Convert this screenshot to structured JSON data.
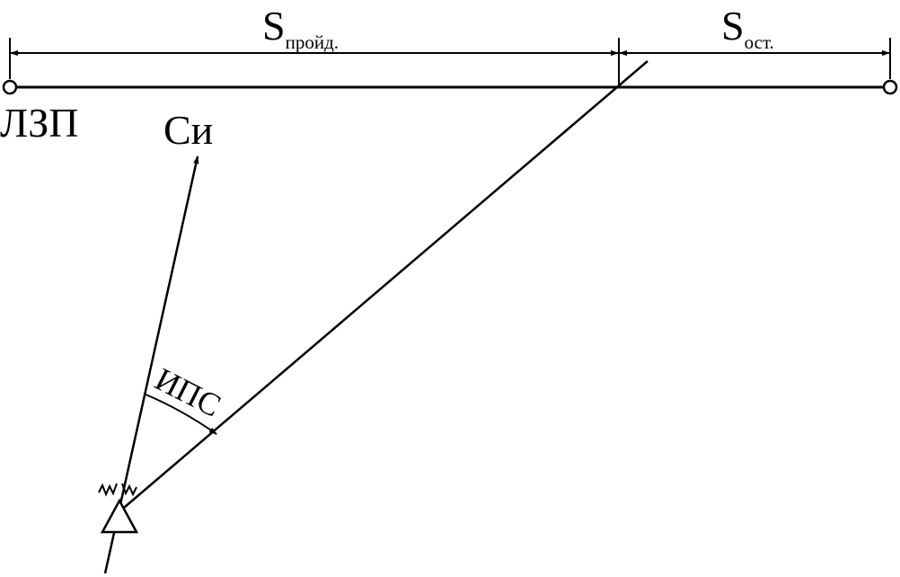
{
  "labels": {
    "s_main": "S",
    "s_passed_sub": "пройд.",
    "s_remaining_sub": "ост.",
    "start_point": "ЛЗП",
    "heading": "Си",
    "bearing_angle": "ИПС"
  },
  "colors": {
    "ink": "#000000",
    "background": "#ffffff"
  }
}
